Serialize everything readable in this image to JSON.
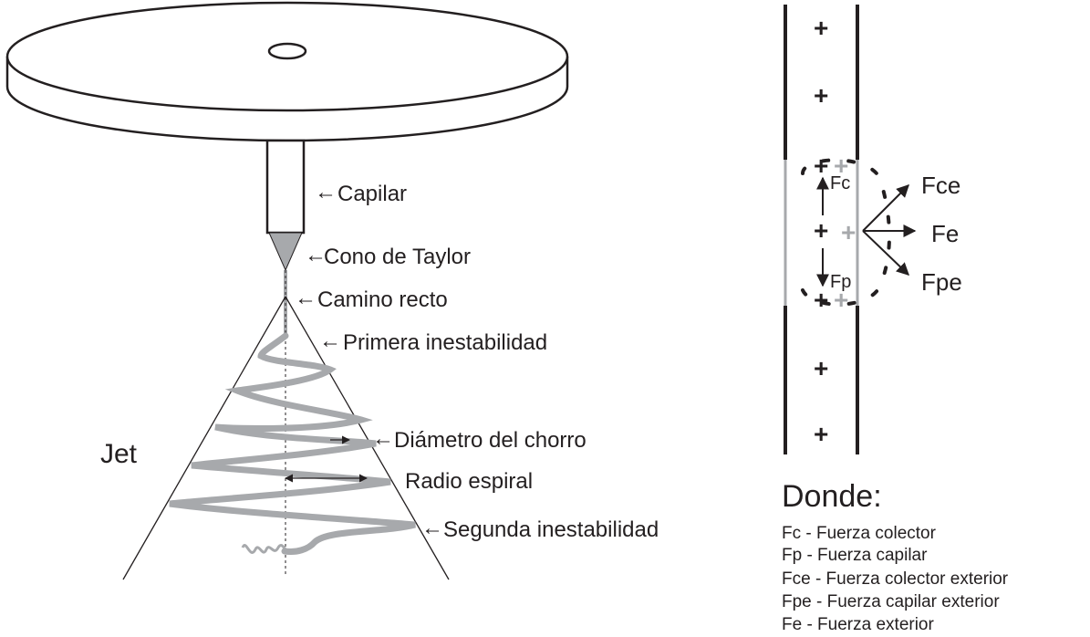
{
  "labels": {
    "capilar": "Capilar",
    "cono": "Cono de Taylor",
    "camino": "Camino recto",
    "primera": "Primera inestabilidad",
    "diametro": "Diámetro del chorro",
    "radio": "Radio espiral",
    "segunda": "Segunda inestabilidad",
    "jet": "Jet",
    "arrow": "←"
  },
  "charges": {
    "plus": "+"
  },
  "forces": {
    "fc": "Fc",
    "fp": "Fp",
    "fce": "Fce",
    "fe": "Fe",
    "fpe": "Fpe"
  },
  "legend": {
    "title": "Donde:",
    "items": [
      "Fc - Fuerza colector",
      "Fp - Fuerza capilar",
      "Fce - Fuerza colector exterior",
      "Fpe - Fuerza capilar exterior",
      "Fe - Fuerza exterior"
    ]
  },
  "colors": {
    "ink": "#231f20",
    "gray": "#a7a9ac"
  }
}
